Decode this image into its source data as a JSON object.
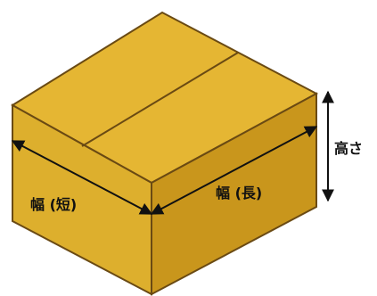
{
  "diagram": {
    "labels": {
      "width_short": "幅 (短)",
      "width_long": "幅 (長)",
      "height": "高さ"
    },
    "colors": {
      "top_face": "#E5B633",
      "left_face": "#DDAF2D",
      "right_face": "#C9961C",
      "outline": "#6A4A13",
      "tape_seam": "#6A4A13",
      "dimension_arrow": "#111111"
    }
  }
}
